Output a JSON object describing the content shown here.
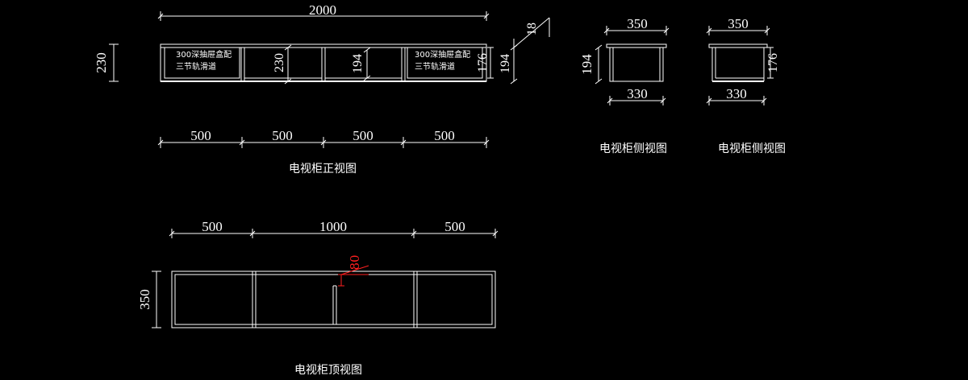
{
  "colors": {
    "background": "#000000",
    "lines": "#ffffff",
    "annotation": "#ff2020"
  },
  "front_view": {
    "title": "电视柜正视图",
    "overall_width": "2000",
    "height": "230",
    "top_thickness": "18",
    "bay_widths": [
      "500",
      "500",
      "500",
      "500"
    ],
    "inner_height_230": "230",
    "inner_height_194": "194",
    "right_176": "176",
    "right_194": "194",
    "drawer_note_line1": "300深抽屉盒配",
    "drawer_note_line2": "三节轨滑道"
  },
  "side_view_1": {
    "title": "电视柜侧视图",
    "top": "350",
    "bottom": "330",
    "height": "194"
  },
  "side_view_2": {
    "title": "电视柜侧视图",
    "top": "350",
    "bottom": "330",
    "height": "176"
  },
  "top_view": {
    "title": "电视柜顶视图",
    "widths": [
      "500",
      "1000",
      "500"
    ],
    "depth": "350",
    "red_dim": "80"
  }
}
